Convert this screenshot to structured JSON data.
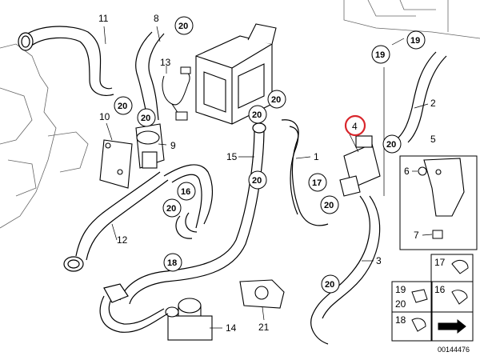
{
  "diagram": {
    "part_labels": {
      "p1": "1",
      "p2": "2",
      "p3": "3",
      "p4": "4",
      "p5": "5",
      "p6": "6",
      "p7": "7",
      "p8": "8",
      "p9": "9",
      "p10": "10",
      "p11": "11",
      "p12": "12",
      "p13": "13",
      "p14": "14",
      "p15": "15",
      "p21": "21"
    },
    "circle_labels": {
      "c20": "20",
      "c19": "19",
      "c18": "18",
      "c17": "17",
      "c16": "16"
    },
    "legend": {
      "items": [
        "17",
        "19",
        "20",
        "16",
        "18"
      ]
    },
    "highlighted_part": "4",
    "highlight_color": "#d9262c",
    "catalog_number": "00144476"
  }
}
